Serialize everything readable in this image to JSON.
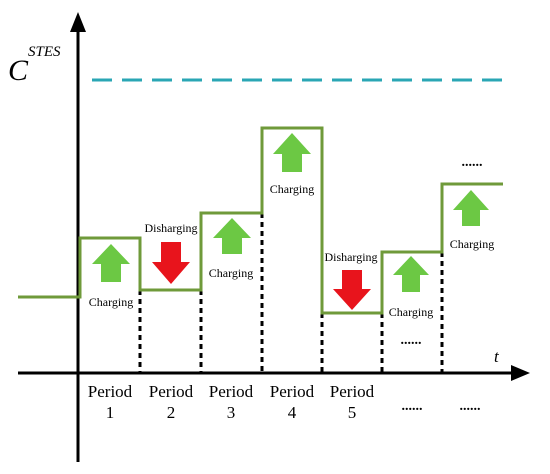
{
  "capacity_label": {
    "main": "C",
    "superscript": "STES"
  },
  "x_axis_label": "t",
  "periods": [
    {
      "line1": "Period",
      "line2": "1"
    },
    {
      "line1": "Period",
      "line2": "2"
    },
    {
      "line1": "Period",
      "line2": "3"
    },
    {
      "line1": "Period",
      "line2": "4"
    },
    {
      "line1": "Period",
      "line2": "5"
    }
  ],
  "period_ellipses": [
    "......",
    "......"
  ],
  "state_labels": [
    "Charging",
    "Disharging",
    "Charging",
    "Charging",
    "Disharging",
    "Charging",
    "Charging"
  ],
  "ellipsis_top": "......",
  "ellipsis_mid": "......",
  "colors": {
    "step_line": "#6f9a3a",
    "charge_arrow": "#6cc844",
    "discharge_arrow": "#e8141c",
    "capacity_line": "#2aa6b4"
  }
}
